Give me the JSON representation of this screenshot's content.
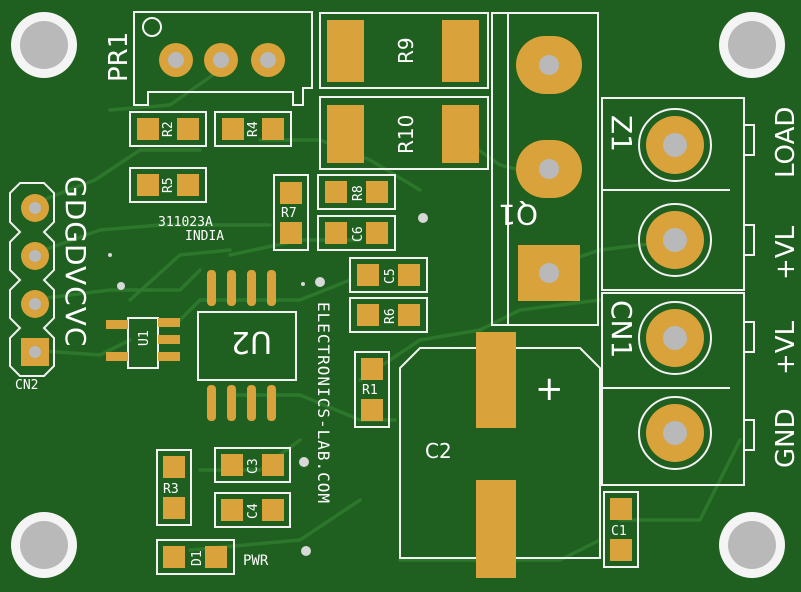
{
  "board": {
    "texts": {
      "pr1": "PR1",
      "r9": "R9",
      "r10": "R10",
      "q1": "Q1",
      "z1": "Z1",
      "cn1": "CN1",
      "load": "LOAD",
      "plus_vl_top": "+VL",
      "plus_vl_bottom": "+VL",
      "gnd": "GND",
      "r2": "R2",
      "r4": "R4",
      "r5": "R5",
      "r7": "R7",
      "r8": "R8",
      "c6": "C6",
      "c5": "C5",
      "r6": "R6",
      "r1": "R1",
      "u1": "U1",
      "u2": "U2",
      "c2": "C2",
      "c2_plus": "+",
      "c3": "C3",
      "c4": "C4",
      "r3": "R3",
      "c1": "C1",
      "d1": "D1",
      "pwr": "PWR",
      "cn2": "CN2",
      "left_pin_labels": "GDGDVCVC",
      "date_code": "311023A",
      "country": "INDIA",
      "website": "ELECTRONICS-LAB.COM"
    },
    "colors": {
      "board": "#1f5f1f",
      "trace": "#2f7a2f",
      "pad": "#d9a23a",
      "silk": "#f2f2f2",
      "drill": "#b9b9b9"
    }
  }
}
